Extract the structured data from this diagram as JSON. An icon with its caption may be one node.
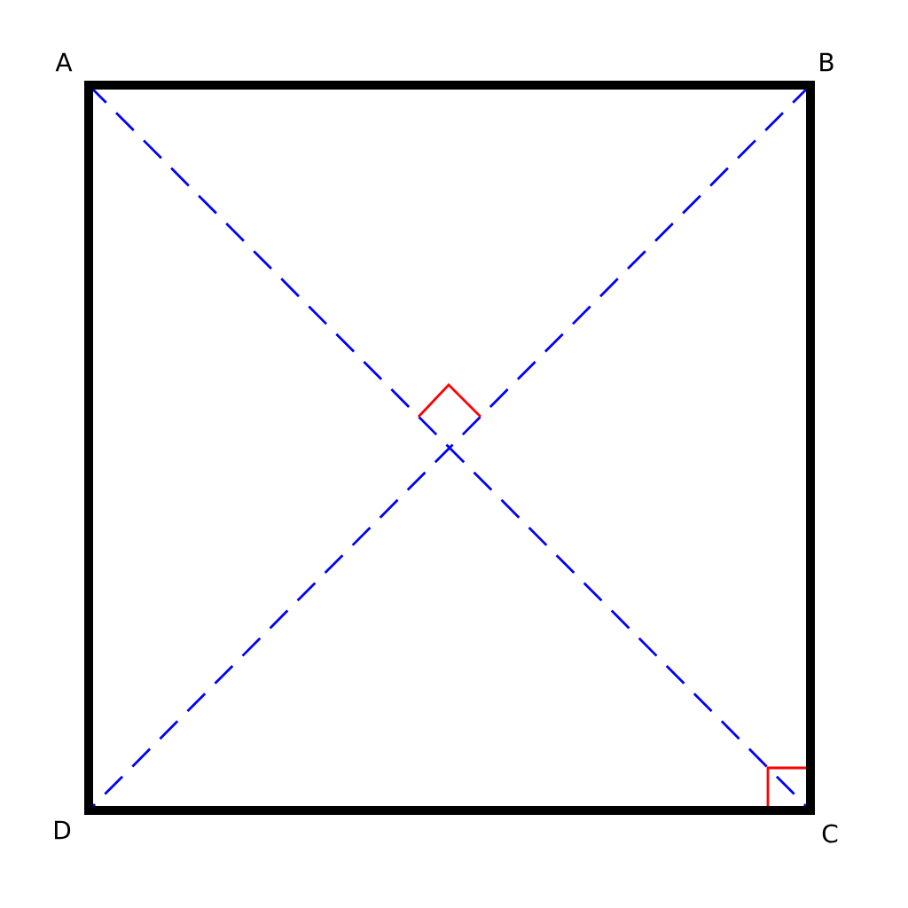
{
  "diagram": {
    "labels": [
      "A",
      "B",
      "C",
      "D"
    ]
  }
}
